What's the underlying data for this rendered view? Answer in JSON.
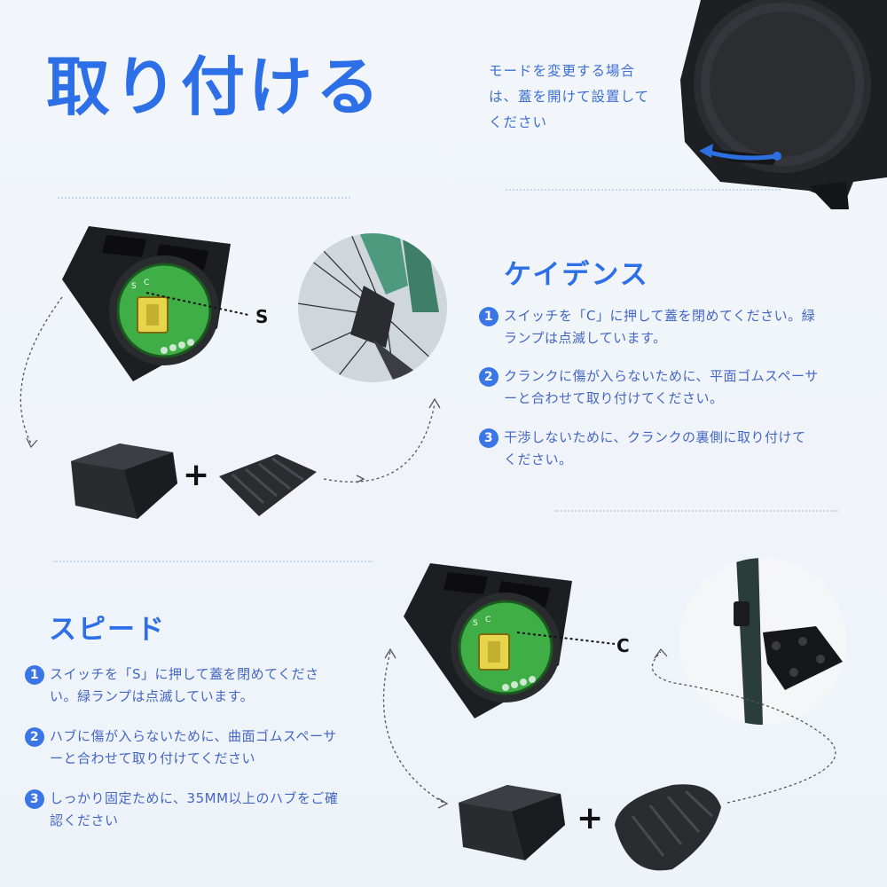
{
  "title": "取り付ける",
  "mode_note": "モードを変更する場合は、蓋を開けて設置してください",
  "cadence": {
    "title": "ケイデンス",
    "steps": [
      {
        "num": "1",
        "text": "スイッチを「C」に押して蓋を閉めてください。緑ランプは点滅しています。"
      },
      {
        "num": "2",
        "text": "クランクに傷が入らないために、平面ゴムスペーサーと合わせて取り付けてください。"
      },
      {
        "num": "3",
        "text": "干渉しないために、クランクの裏側に取り付けてください。"
      }
    ],
    "switch_label": "S"
  },
  "speed": {
    "title": "スピード",
    "steps": [
      {
        "num": "1",
        "text": "スイッチを「S」に押して蓋を閉めてください。緑ランプは点滅しています。"
      },
      {
        "num": "2",
        "text": "ハブに傷が入らないために、曲面ゴムスペーサーと合わせて取り付けてください"
      },
      {
        "num": "3",
        "text": "しっかり固定ために、35MM以上のハブをご確認ください"
      }
    ],
    "switch_label": "C"
  },
  "plus": "+",
  "colors": {
    "accent": "#2d6fe6",
    "text": "#4466c4",
    "led": "#2fb64a"
  }
}
